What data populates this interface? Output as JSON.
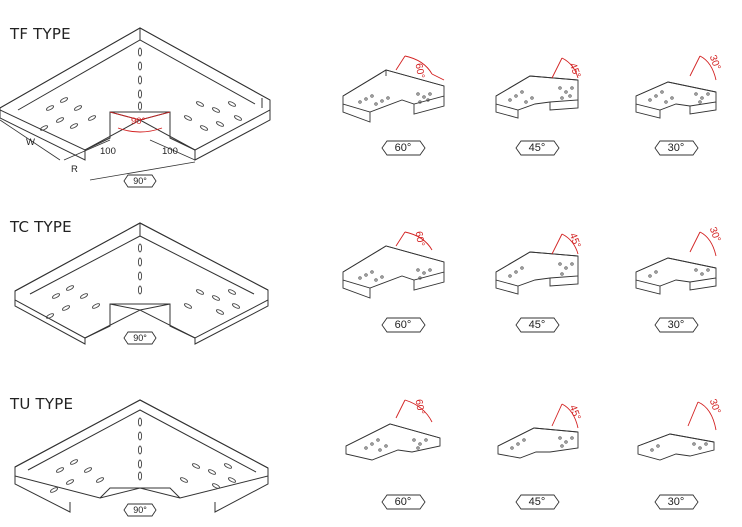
{
  "sections": [
    {
      "id": "tf",
      "title": "TF TYPE",
      "main_label": "90°",
      "variants": [
        "60°",
        "45°",
        "30°"
      ],
      "angles": [
        "60°",
        "45°",
        "30°"
      ]
    },
    {
      "id": "tc",
      "title": "TC TYPE",
      "main_label": "90°",
      "variants": [
        "60°",
        "45°",
        "30°"
      ],
      "angles": [
        "60°",
        "45°",
        "30°"
      ]
    },
    {
      "id": "tu",
      "title": "TU TYPE",
      "main_label": "90°",
      "variants": [
        "60°",
        "45°",
        "30°"
      ],
      "angles": [
        "60°",
        "45°",
        "30°"
      ]
    }
  ],
  "dims": {
    "w": "W",
    "r": "R",
    "left_leg": "100",
    "right_leg": "100",
    "inner_angle": "90°"
  },
  "colors": {
    "line": "#333333",
    "accent": "#d32020"
  }
}
